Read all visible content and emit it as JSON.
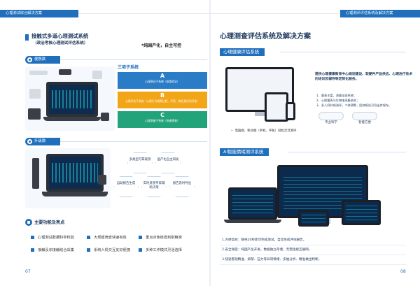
{
  "header": {
    "left": "心理测试综合解决方案",
    "right": "心理测评评估系统及解决方案"
  },
  "left_page": {
    "title_line1": "接触式多道心理测试系统",
    "title_line2": "（政治考核心理测试评估系统）",
    "slogan": "*纯国产化，自主可控",
    "section_portable": "便携款",
    "section_upgrade": "升级款",
    "system_label": "三项子系统",
    "cards": [
      {
        "letter": "A",
        "text": "心理测试子系统（核查验证）"
      },
      {
        "letter": "B",
        "text": "心理评估子系统（心理行为观察过程、声音、微生理识别评估）"
      },
      {
        "letter": "C",
        "text": "心理测量子系统（快速筛查）"
      }
    ],
    "hexes": [
      "多类型可靠观测",
      "国产化自主研发",
      "自助报告生成",
      "实时反馈专家辅助决策",
      "报告及时导出"
    ],
    "features_title": "主要功能及亮点",
    "features": [
      "心理测试数据科学校验",
      "大规模筛查快速有效",
      "重点对象核查判别精准",
      "接触及非接触结合采集",
      "系统人机交互友好便捷",
      "多种工作模式灵活选择"
    ],
    "page_number": "07"
  },
  "right_page": {
    "title": "心理测查评估系统及解决方案",
    "section1": "心理健康评估系统",
    "paragraph": "提供心理健康教育中心规划建设、软硬件产品供应、心理治疗技术的培训及辅导等定制化服务。",
    "list": [
      "1、量表丰富，测量全面系统；",
      "2、心理量表与生物电采集结合；",
      "3、多人同时线测评，个体预警，团体报告可导出并保存。"
    ],
    "badges": [
      "专业科学",
      "智能方便"
    ],
    "caption": "电脑端、移动端（手机、平板）轻松灵活测评",
    "section2": "AI智能情绪测评系统",
    "features": [
      "1.方便高效：静坐20秒即可完成测试，自动生成评估报告。",
      "2.安全保密：纯国产化开发，数据独立存储，无需连接互联网。",
      "3.快速客观精准、抑郁、压力等异常情绪、多维分析、精准做出判断。"
    ],
    "page_number": "08"
  },
  "colors": {
    "accent": "#1f6fbd",
    "card_a": "#2a7cc7",
    "card_b": "#f2a516",
    "card_c": "#22a37a",
    "title": "#1f3b60"
  }
}
